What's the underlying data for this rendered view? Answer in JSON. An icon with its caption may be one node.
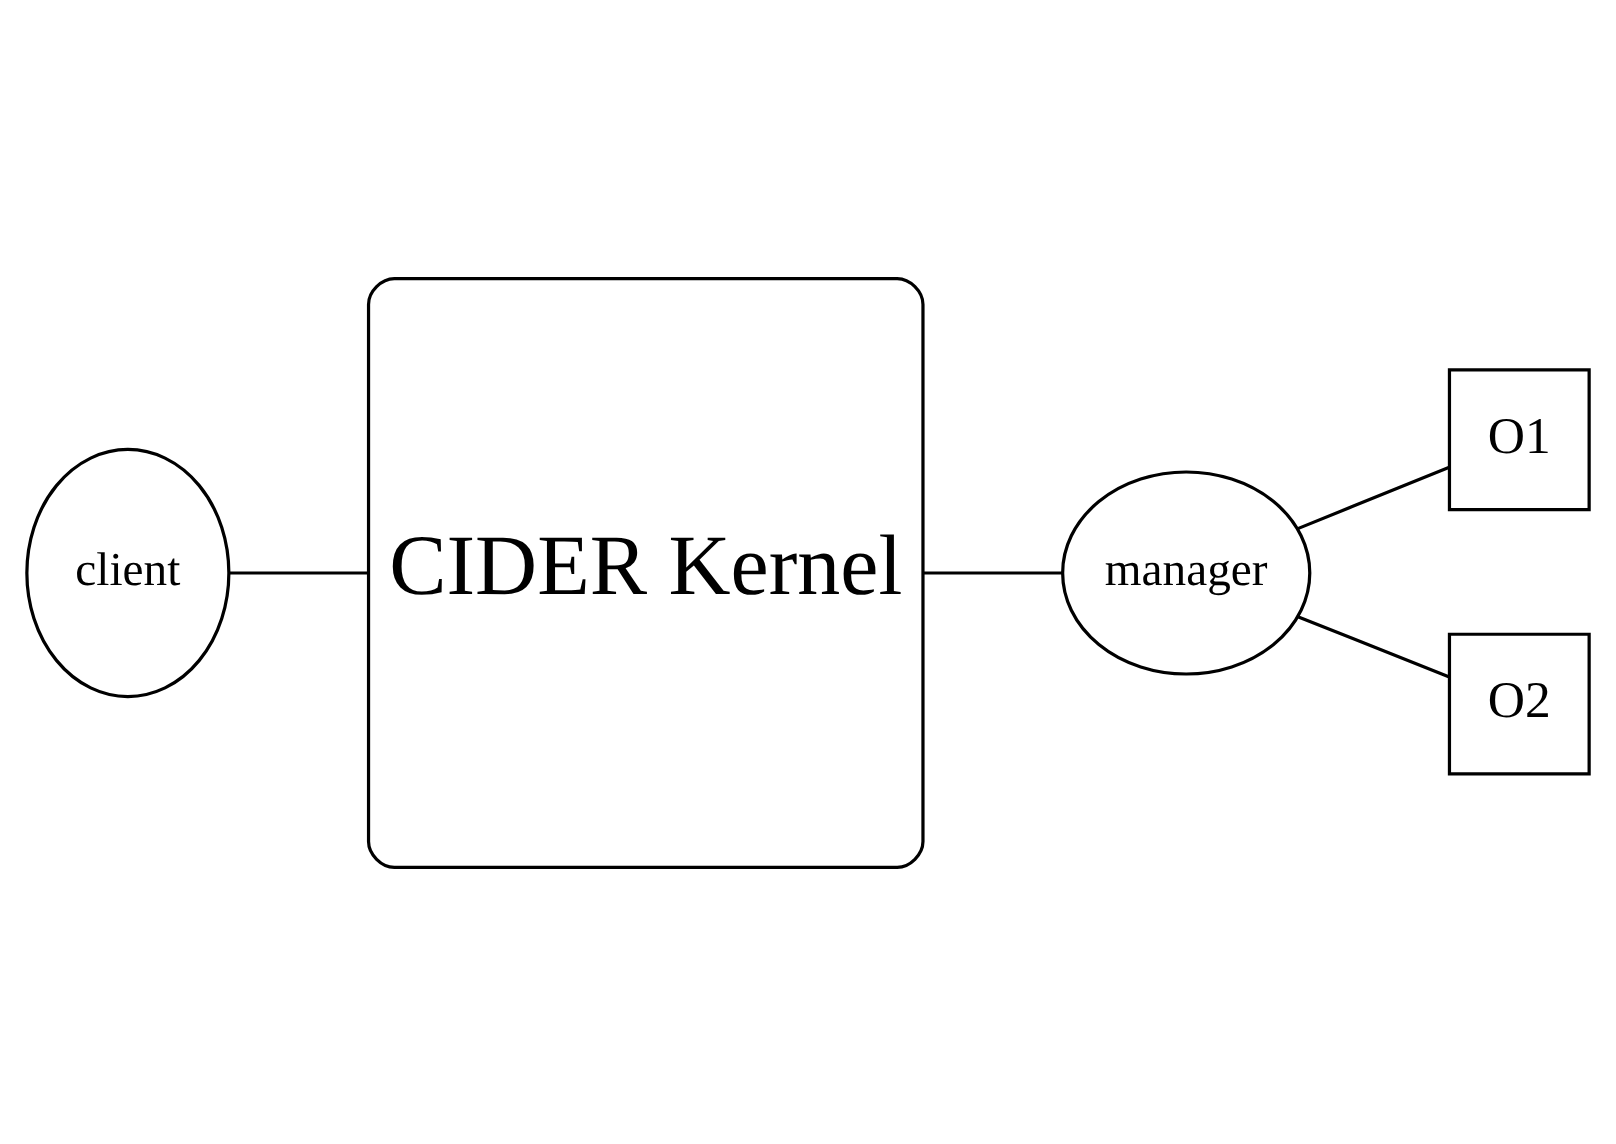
{
  "diagram": {
    "nodes": [
      {
        "text": [
          "client"
        ]
      },
      {
        "text": [
          "CIDER Kernel"
        ]
      },
      {
        "text": [
          "manager"
        ]
      },
      {
        "text": [
          "O1"
        ]
      },
      {
        "text": [
          "O2"
        ]
      }
    ],
    "edges": [
      {
        "from": 0,
        "to": 1,
        "arrow": "none"
      },
      {
        "from": 1,
        "to": 2,
        "arrow": "none"
      },
      {
        "from": 2,
        "to": 3,
        "arrow": "none"
      },
      {
        "from": 2,
        "to": 4,
        "arrow": "none"
      }
    ]
  }
}
